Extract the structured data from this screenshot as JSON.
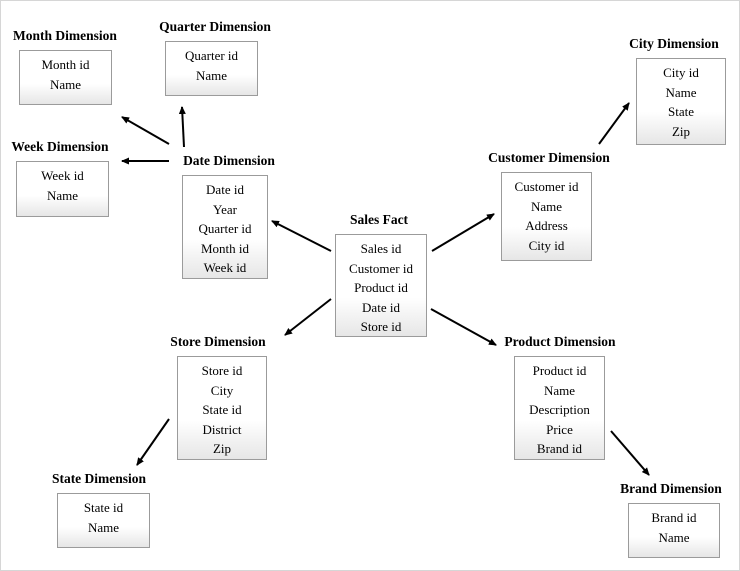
{
  "nodes": {
    "month": {
      "title": "Month Dimension",
      "fields": [
        "Month id",
        "Name"
      ]
    },
    "quarter": {
      "title": "Quarter Dimension",
      "fields": [
        "Quarter id",
        "Name"
      ]
    },
    "week": {
      "title": "Week Dimension",
      "fields": [
        "Week id",
        "Name"
      ]
    },
    "date": {
      "title": "Date Dimension",
      "fields": [
        "Date id",
        "Year",
        "Quarter id",
        "Month id",
        "Week id"
      ]
    },
    "sales": {
      "title": "Sales Fact",
      "fields": [
        "Sales id",
        "Customer id",
        "Product id",
        "Date id",
        "Store id"
      ]
    },
    "customer": {
      "title": "Customer Dimension",
      "fields": [
        "Customer id",
        "Name",
        "Address",
        "City id"
      ]
    },
    "city": {
      "title": "City Dimension",
      "fields": [
        "City id",
        "Name",
        "State",
        "Zip"
      ]
    },
    "store": {
      "title": "Store Dimension",
      "fields": [
        "Store id",
        "City",
        "State id",
        "District",
        "Zip"
      ]
    },
    "product": {
      "title": "Product Dimension",
      "fields": [
        "Product id",
        "Name",
        "Description",
        "Price",
        "Brand id"
      ]
    },
    "state": {
      "title": "State Dimension",
      "fields": [
        "State id",
        "Name"
      ]
    },
    "brand": {
      "title": "Brand Dimension",
      "fields": [
        "Brand id",
        "Name"
      ]
    }
  },
  "edges": [
    {
      "from": "sales",
      "to": "date"
    },
    {
      "from": "sales",
      "to": "customer"
    },
    {
      "from": "sales",
      "to": "store"
    },
    {
      "from": "sales",
      "to": "product"
    },
    {
      "from": "date",
      "to": "month"
    },
    {
      "from": "date",
      "to": "quarter"
    },
    {
      "from": "date",
      "to": "week"
    },
    {
      "from": "customer",
      "to": "city"
    },
    {
      "from": "store",
      "to": "state"
    },
    {
      "from": "product",
      "to": "brand"
    }
  ]
}
